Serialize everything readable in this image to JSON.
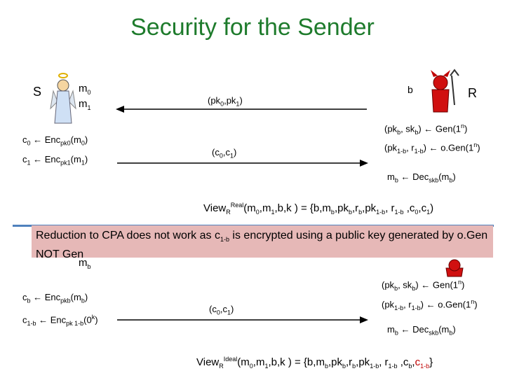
{
  "title": "Security for the Sender",
  "colors": {
    "title": "#1e7b2c",
    "highlight": "#c00000",
    "overlay_bg": "#e6b8b7",
    "divider": "#4f81bd"
  },
  "top": {
    "sender_label": "S",
    "receiver_label": "R",
    "m0": "m",
    "m0_sub": "0",
    "m1": "m",
    "m1_sub": "1",
    "b_label": "b",
    "pk_msg": {
      "a": "(pk",
      "a_sub": "0",
      "b": ",pk",
      "b_sub": "1",
      "c": ")"
    },
    "c0_line": {
      "a": "c",
      "a_sub": "0",
      "b": " ← Enc",
      "b_sub": "pk0",
      "c": "(m",
      "c_sub": "0",
      "d": ")"
    },
    "c1_line": {
      "a": "c",
      "a_sub": "1",
      "b": " ← Enc",
      "b_sub": "pk1",
      "c": "(m",
      "c_sub": "1",
      "d": ")"
    },
    "c_msg": {
      "a": "(c",
      "a_sub": "0",
      "b": ",c",
      "b_sub": "1",
      "c": ")"
    },
    "gen_line": {
      "a": "(pk",
      "a_sub": "b",
      "b": ", sk",
      "b_sub": "b",
      "c": ") ← Gen(1",
      "c_sup": "n",
      "d": ")"
    },
    "ogen_line": {
      "a": "(pk",
      "a_sub": "1-b",
      "b": ", r",
      "b_sub": "1-b",
      "c": ") ← o.Gen(1",
      "c_sup": "n",
      "d": ")"
    },
    "dec_line": {
      "a": "m",
      "a_sub": "b",
      "b": " ← Dec",
      "b_sub": "skb",
      "c": "(m",
      "c_sub": "b",
      "d": ")"
    },
    "view_real": {
      "a": "View",
      "a_sub": "R",
      "a_sup": "Real",
      "b": "(m",
      "b_sub": "0",
      "c": ",m",
      "c_sub": "1",
      "d": ",b,k ) = {b,m",
      "d_sub": "b",
      "e": ",pk",
      "e_sub": "b",
      "f": ",r",
      "f_sub": "b",
      "g": ",pk",
      "g_sub": "1-b",
      "h": ", r",
      "h_sub": "1-b",
      "i": " ,c",
      "i_sub": "0",
      "j": ",c",
      "j_sub": "1",
      "k": ")"
    }
  },
  "overlay": {
    "a": "Reduction to CPA does not work as c",
    "a_sub": "1-b",
    "b": " is encrypted using a public key generated by o.Gen NOT Gen"
  },
  "bottom": {
    "mb": "m",
    "mb_sub": "b",
    "cb_line": {
      "a": "c",
      "a_sub": "b",
      "b": " ← Enc",
      "b_sub": "pkb",
      "c": "(m",
      "c_sub": "b",
      "d": ")"
    },
    "c1b_line": {
      "a": "c",
      "a_sub": "1-b",
      "b": " ← Enc",
      "b_sub": "pk 1-b",
      "c": "(0",
      "c_sup": "k",
      "d": ")"
    },
    "c_msg": {
      "a": "(c",
      "a_sub": "0",
      "b": ",c",
      "b_sub": "1",
      "c": ")"
    },
    "gen_line": {
      "a": "(pk",
      "a_sub": "b",
      "b": ", sk",
      "b_sub": "b",
      "c": ") ← Gen(1",
      "c_sup": "n",
      "d": ")"
    },
    "ogen_line": {
      "a": "(pk",
      "a_sub": "1-b",
      "b": ", r",
      "b_sub": "1-b",
      "c": ") ← o.Gen(1",
      "c_sup": "n",
      "d": ")"
    },
    "dec_line": {
      "a": "m",
      "a_sub": "b",
      "b": " ← Dec",
      "b_sub": "skb",
      "c": "(m",
      "c_sub": "b",
      "d": ")"
    },
    "view_ideal": {
      "a": "View",
      "a_sub": "R",
      "a_sup": "Ideal",
      "b": "(m",
      "b_sub": "0",
      "c": ",m",
      "c_sub": "1",
      "d": ",b,k ) = {b,m",
      "d_sub": "b",
      "e": ",pk",
      "e_sub": "b",
      "f": ",r",
      "f_sub": "b",
      "g": ",pk",
      "g_sub": "1-b",
      "h": ", r",
      "h_sub": "1-b",
      "i": " ,c",
      "i_sub": "b",
      "j": ",",
      "red1": "c",
      "red1_sub": "1-b",
      "k": "}"
    }
  }
}
